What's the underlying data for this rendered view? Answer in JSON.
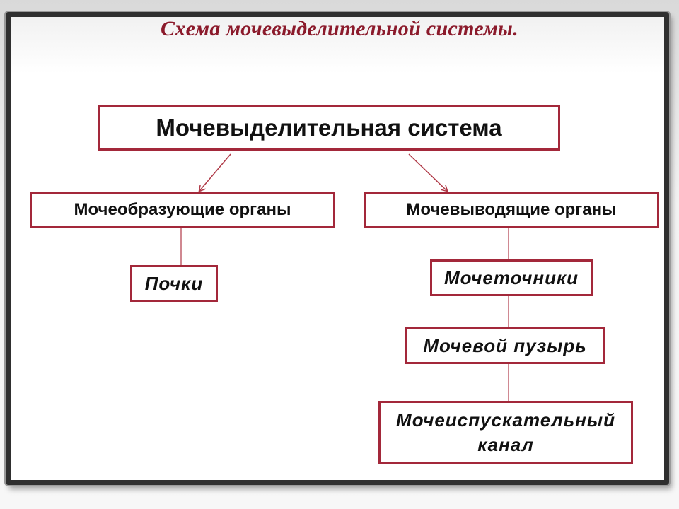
{
  "slide": {
    "title": "Схема мочевыделительной системы."
  },
  "diagram": {
    "root": "Мочевыделительная система",
    "left_group": "Мочеобразующие органы",
    "right_group": "Мочевыводящие органы",
    "left_items": [
      "Почки"
    ],
    "right_items": [
      "Мочеточники",
      "Мочевой пузырь",
      "Мочеиспускательный канал"
    ]
  },
  "colors": {
    "title": "#8b1a2b",
    "box_border": "#a3283a",
    "connector": "#b03a48",
    "frame": "#2f2f2f"
  }
}
